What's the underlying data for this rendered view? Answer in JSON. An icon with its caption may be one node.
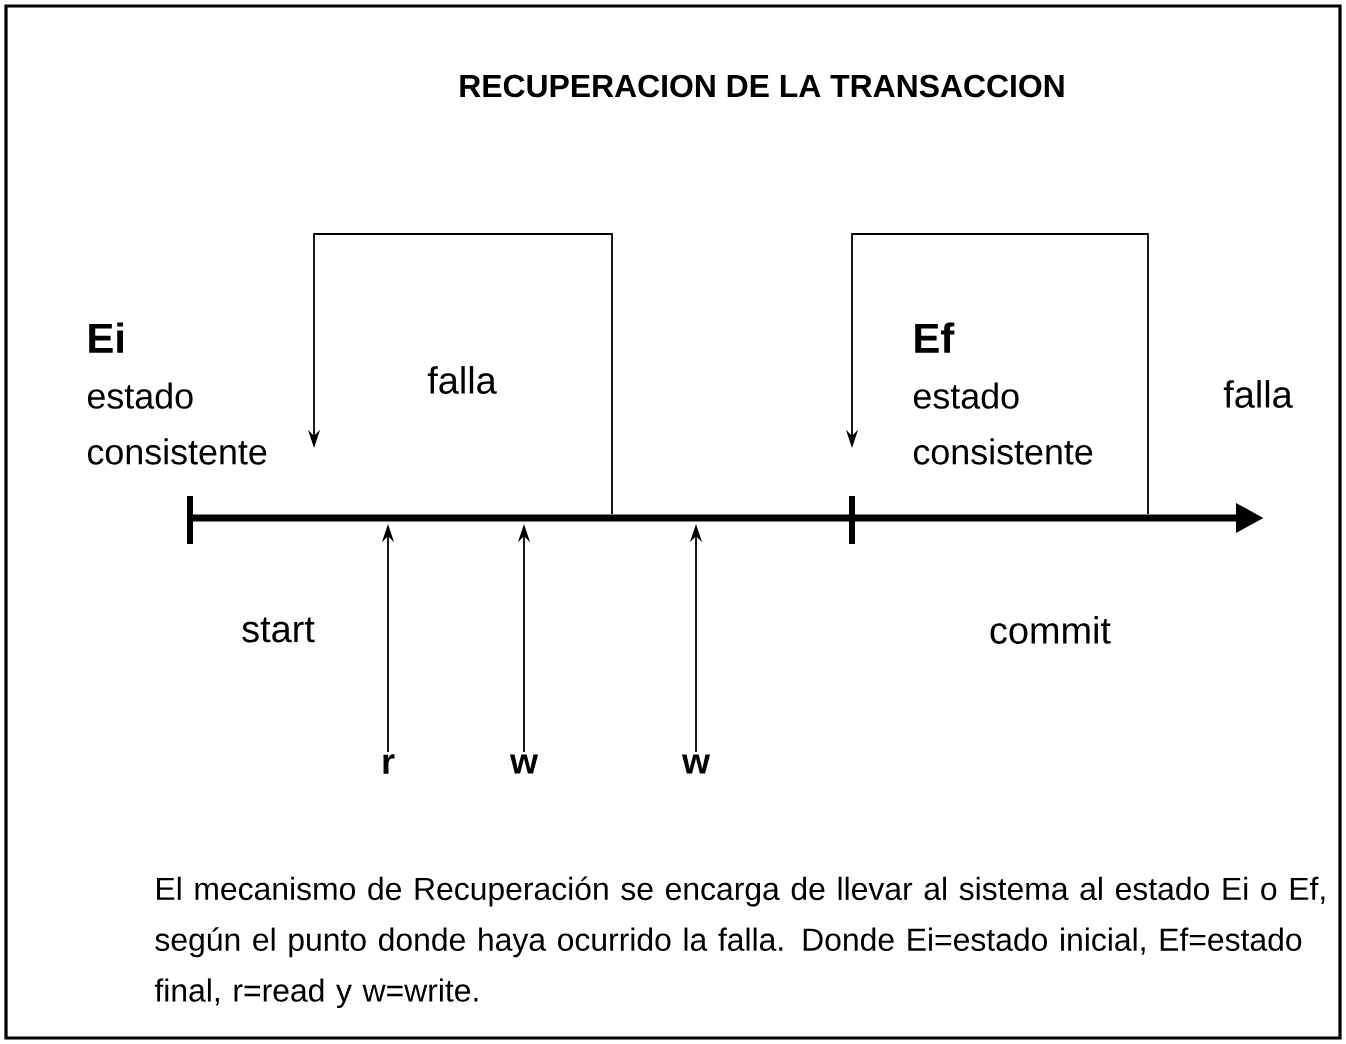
{
  "diagram": {
    "title": "RECUPERACION DE LA TRANSACCION",
    "caption": "El mecanismo de Recuperación se encarga de llevar al sistema al estado Ei o Ef, según el punto donde haya ocurrido la falla. Donde Ei=estado inicial, Ef=estado final, r=read y w=write.",
    "nodes": [
      {
        "text": [
          "Ei",
          "estado consistente"
        ]
      },
      {
        "text": [
          "Ef",
          "estado consistente"
        ]
      },
      {
        "text": [
          "r"
        ]
      },
      {
        "text": [
          "w"
        ]
      },
      {
        "text": [
          "w"
        ]
      }
    ],
    "edges": [
      {
        "from": null,
        "to": 0,
        "arrow": "to"
      },
      {
        "from": null,
        "to": 1,
        "arrow": "to"
      },
      {
        "from": 2,
        "to": null,
        "arrow": "to"
      },
      {
        "from": 3,
        "to": null,
        "arrow": "to"
      },
      {
        "from": 4,
        "to": null,
        "arrow": "to"
      }
    ],
    "labels": [
      "falla",
      "falla",
      "start",
      "commit"
    ]
  }
}
